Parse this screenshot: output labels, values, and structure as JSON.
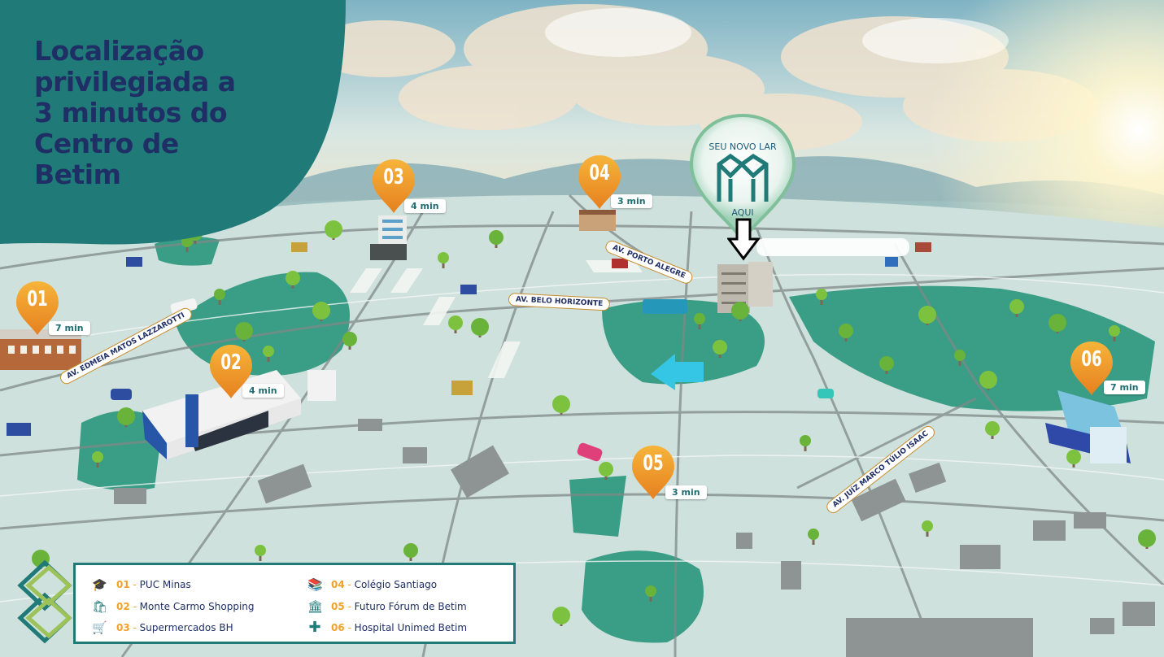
{
  "title": "Localização privilegiada a 3 minutos do Centro de Betim",
  "home_pin": {
    "line1": "SEU NOVO LAR",
    "line2": "AQUI"
  },
  "points": [
    {
      "code": "01",
      "time": "7 min"
    },
    {
      "code": "02",
      "time": "4 min"
    },
    {
      "code": "03",
      "time": "4 min"
    },
    {
      "code": "04",
      "time": "3 min"
    },
    {
      "code": "05",
      "time": "3 min"
    },
    {
      "code": "06",
      "time": "7 min"
    }
  ],
  "roads": {
    "porto_alegre": "AV. PORTO ALEGRE",
    "belo_horizonte": "AV. BELO HORIZONTE",
    "edmeia": "AV. EDMEIA MATOS LAZZAROTTI",
    "juiz": "AV. JUÍZ MARCO TÚLIO ISAAC"
  },
  "legend": [
    {
      "code": "01",
      "label": "PUC Minas",
      "icon": "graduation-cap-icon"
    },
    {
      "code": "02",
      "label": "Monte Carmo Shopping",
      "icon": "shopping-bag-icon"
    },
    {
      "code": "03",
      "label": "Supermercados BH",
      "icon": "shopping-cart-icon"
    },
    {
      "code": "04",
      "label": "Colégio Santiago",
      "icon": "books-icon"
    },
    {
      "code": "05",
      "label": "Futuro Fórum de Betim",
      "icon": "courthouse-icon"
    },
    {
      "code": "06",
      "label": "Hospital Unimed Betim",
      "icon": "medical-cross-icon"
    }
  ],
  "colors": {
    "title_blob": "#1f7a78",
    "title_text": "#1f2f66",
    "pin_orange": "#f0a12a",
    "park_green": "#3a9d86",
    "map_ground": "#cfe1dc"
  }
}
